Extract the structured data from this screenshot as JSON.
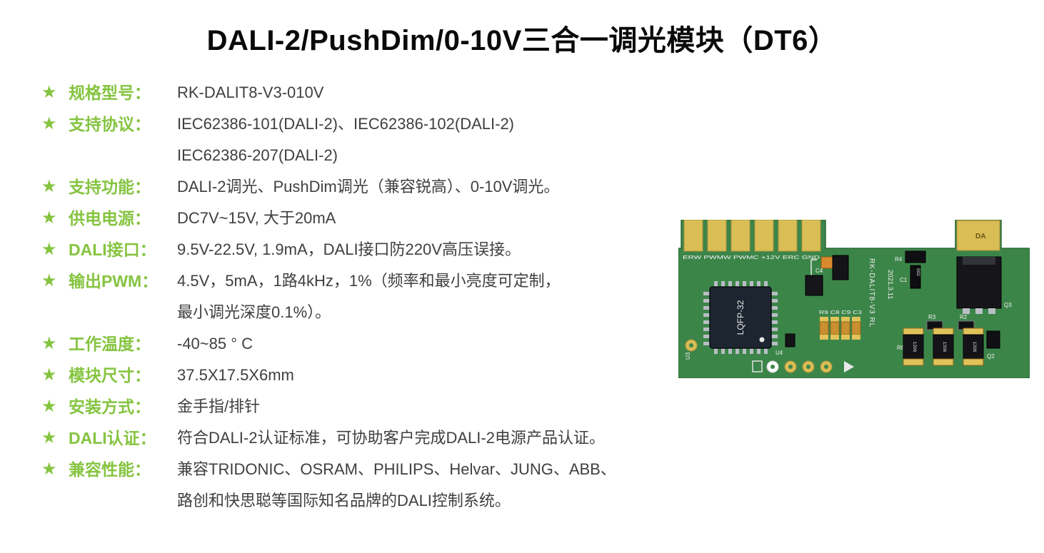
{
  "title": "DALI-2/PushDim/0-10V三合一调光模块（DT6）",
  "icons": {
    "star": "★"
  },
  "colors": {
    "accent_green": "#85c440",
    "text_dark": "#3f3f3f",
    "board_green": "#3c8549",
    "pad_gold": "#d9bd55"
  },
  "specs": [
    {
      "label": "规格型号：",
      "lines": [
        "RK-DALIT8-V3-010V"
      ]
    },
    {
      "label": "支持协议：",
      "lines": [
        "IEC62386-101(DALI-2)、IEC62386-102(DALI-2)",
        "IEC62386-207(DALI-2)"
      ]
    },
    {
      "label": "支持功能：",
      "lines": [
        "DALI-2调光、PushDim调光（兼容锐高）、0-10V调光。"
      ]
    },
    {
      "label": "供电电源：",
      "lines": [
        "DC7V~15V, 大于20mA"
      ]
    },
    {
      "label": "DALI接口：",
      "lines": [
        "9.5V-22.5V, 1.9mA，DALI接口防220V高压误接。"
      ]
    },
    {
      "label": "输出PWM：",
      "lines": [
        "4.5V，5mA，1路4kHz，1%（频率和最小亮度可定制，",
        "最小调光深度0.1%）。"
      ]
    },
    {
      "label": "工作温度：",
      "lines": [
        "-40~85 ° C"
      ]
    },
    {
      "label": "模块尺寸：",
      "lines": [
        "37.5X17.5X6mm"
      ]
    },
    {
      "label": "安装方式：",
      "lines": [
        "金手指/排针"
      ]
    },
    {
      "label": "DALI认证：",
      "lines": [
        "符合DALI-2认证标准，可协助客户完成DALI-2电源产品认证。"
      ]
    },
    {
      "label": "兼容性能：",
      "lines": [
        "兼容TRIDONIC、OSRAM、PHILIPS、Helvar、JUNG、ABB、",
        "路创和快思聪等国际知名品牌的DALI控制系统。"
      ]
    }
  ],
  "pcb": {
    "connector_labels": "ERW PWMW PWMC +12V ERC GND",
    "chip_label": "LQFP-32",
    "labels": {
      "u3": "U3",
      "u4": "U4",
      "c4": "C4",
      "passives_row": "R9 C8 C9 C3",
      "model_vertical": "RK-DALIT8-V3  RL",
      "date_vertical": "2021.3.11",
      "r4": "R4",
      "c1": "C1",
      "smd_902": "902",
      "q3": "Q3",
      "r3": "R3",
      "r2": "R2",
      "r6": "R6",
      "q2": "Q2",
      "da": "DA",
      "smd_1206": "1206"
    }
  }
}
